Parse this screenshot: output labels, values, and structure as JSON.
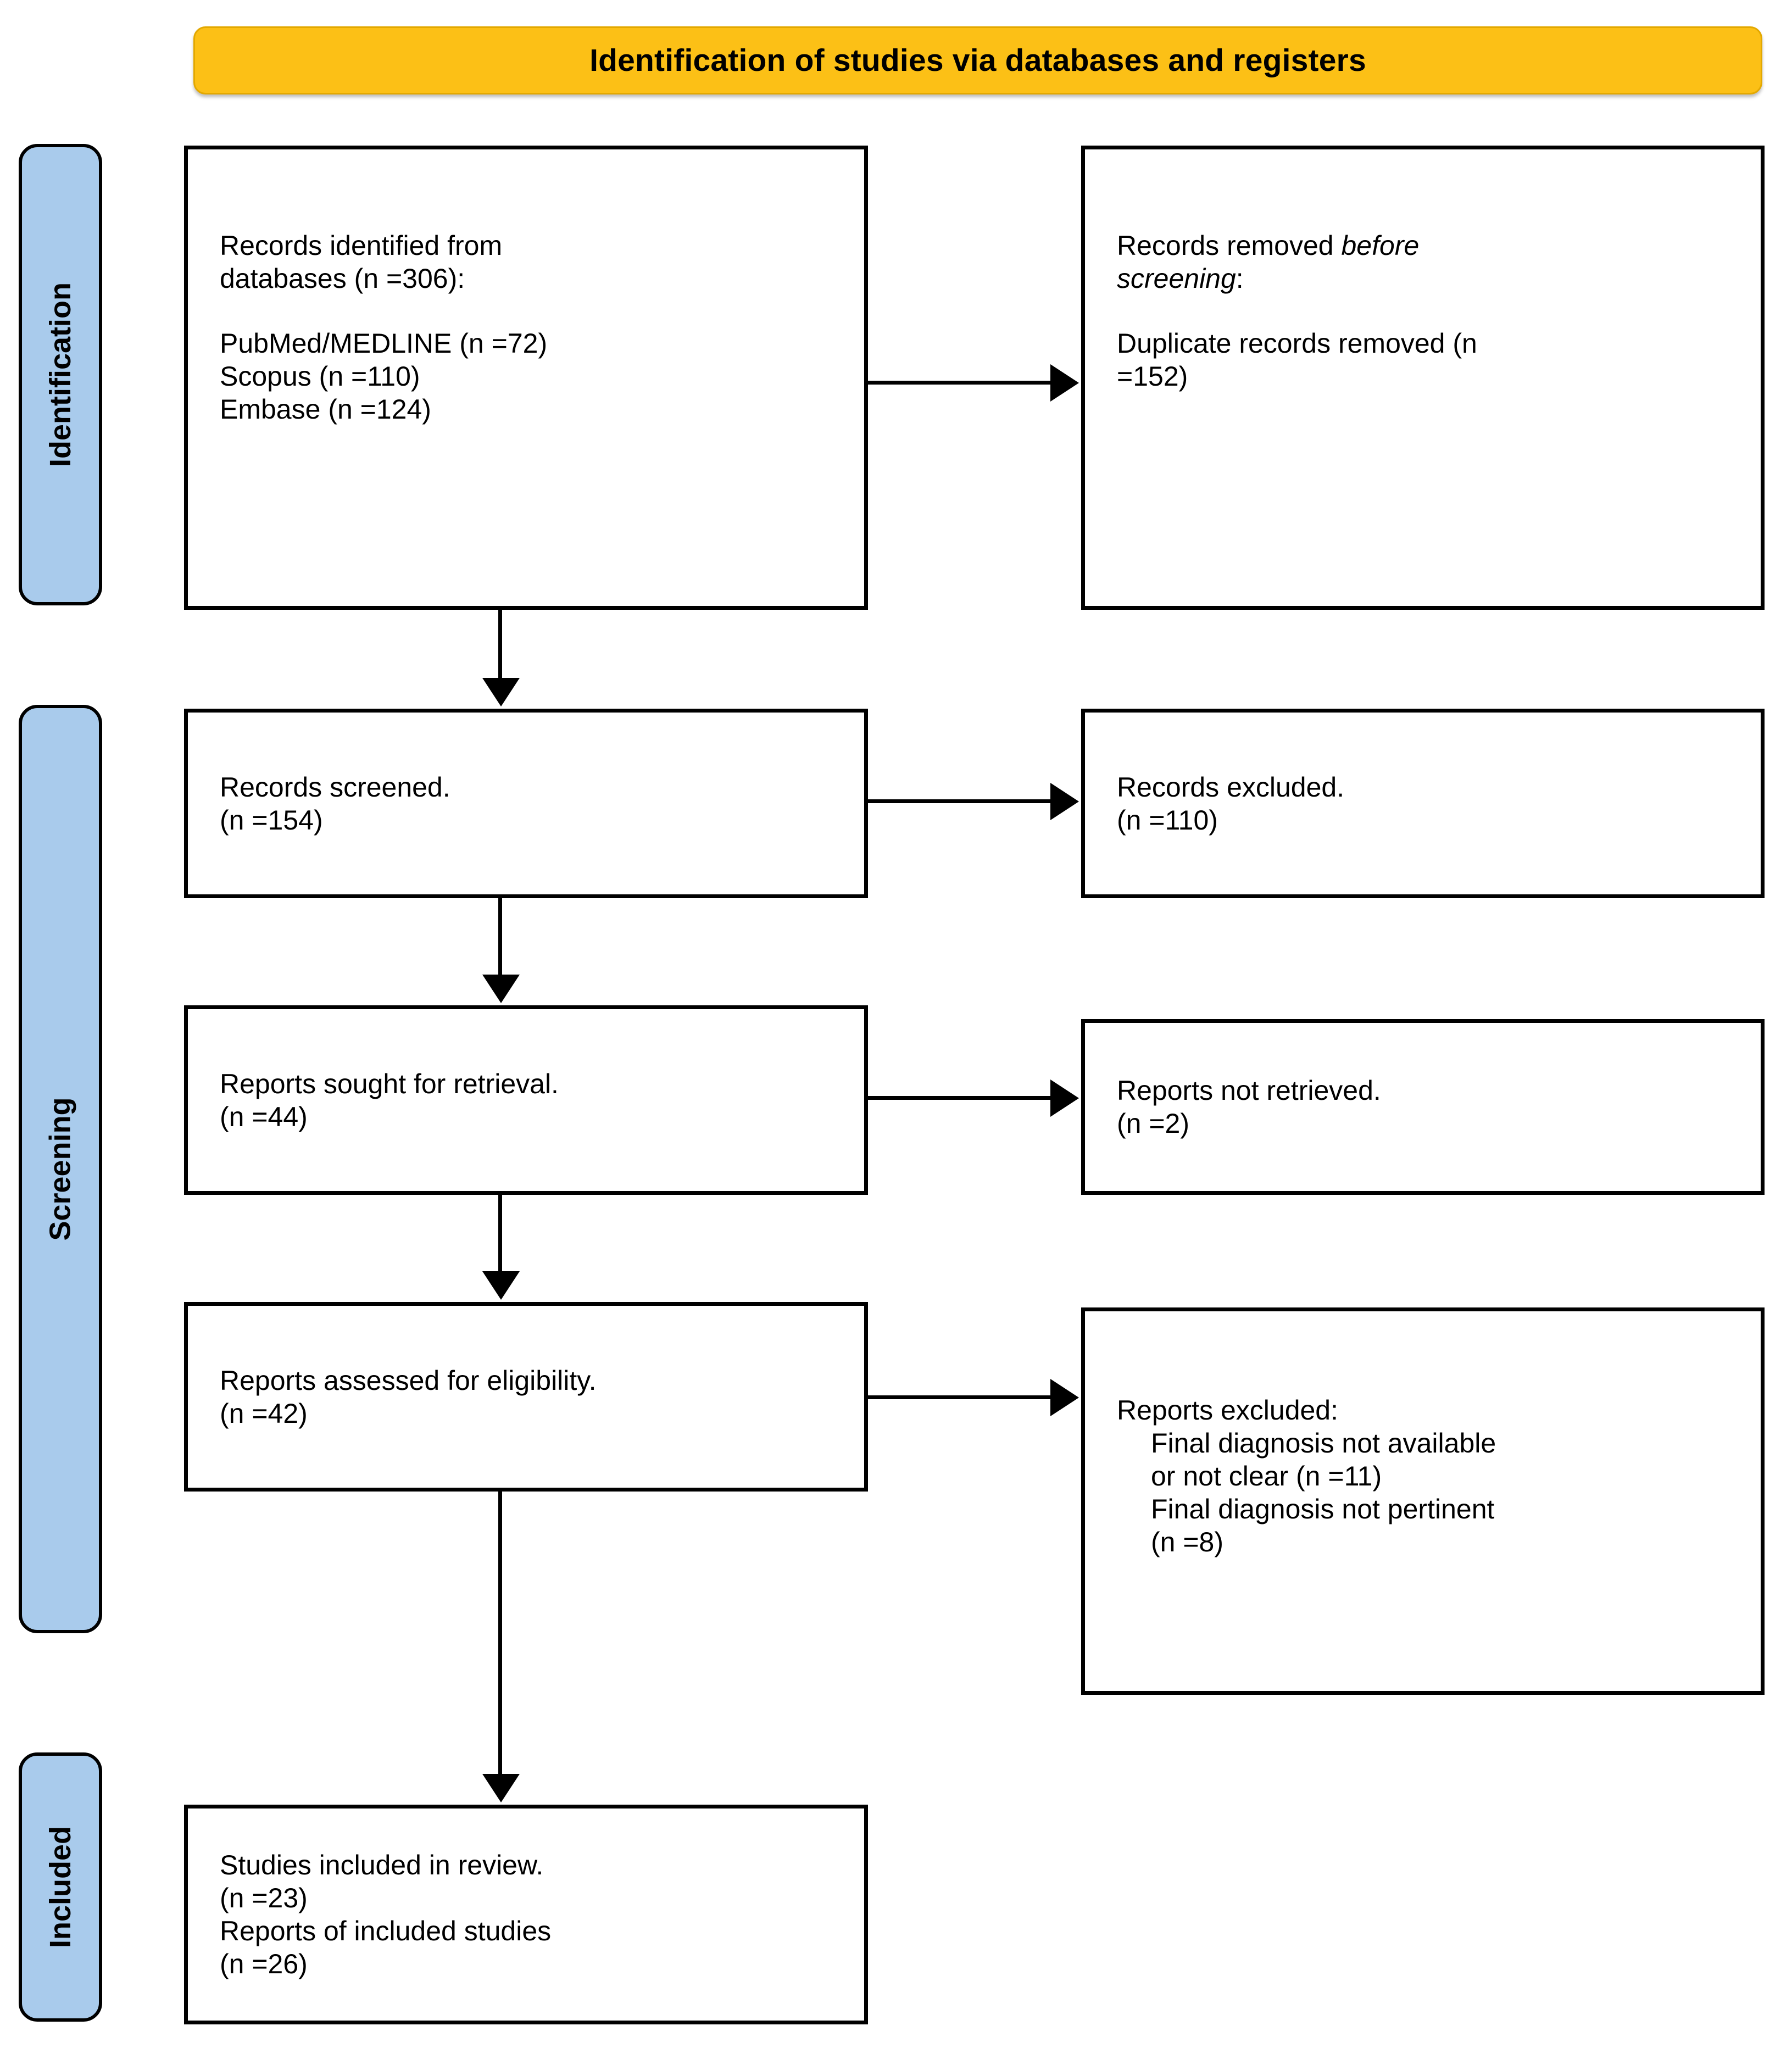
{
  "header": {
    "title": "Identification of studies via databases and registers",
    "background_color": "#FCC016"
  },
  "stages": [
    {
      "id": "identification",
      "label": "Identification",
      "color": "#A9CBEC"
    },
    {
      "id": "screening",
      "label": "Screening",
      "color": "#A9CBEC"
    },
    {
      "id": "included",
      "label": "Included",
      "color": "#A9CBEC"
    }
  ],
  "boxes": {
    "identified": {
      "line1": "Records identified from",
      "line2": "databases (n =306):",
      "line3": "PubMed/MEDLINE (n =72)",
      "line4": "Scopus (n =110)",
      "line5": "Embase (n =124)"
    },
    "removed": {
      "line1_a": "Records removed ",
      "line1_b": "before",
      "line2": "screening",
      "line2_b": ":",
      "line3": "Duplicate records removed (n",
      "line4": "=152)"
    },
    "screened": {
      "line1": "Records screened.",
      "line2": "(n =154)"
    },
    "excluded": {
      "line1": "Records excluded.",
      "line2": "(n =110)"
    },
    "sought": {
      "line1": "Reports sought for retrieval.",
      "line2": "(n =44)"
    },
    "not_retrieved": {
      "line1": "Reports not retrieved.",
      "line2": "(n =2)"
    },
    "assessed": {
      "line1": "Reports assessed for eligibility.",
      "line2": "(n =42)"
    },
    "reports_excluded": {
      "line1": "Reports excluded:",
      "line2": "Final diagnosis not available",
      "line3": "or not clear (n =11)",
      "line4": "Final diagnosis not pertinent",
      "line5": "(n =8)"
    },
    "included": {
      "line1": "Studies included in review.",
      "line2": "(n =23)",
      "line3": "Reports of included studies",
      "line4": "(n =26)"
    }
  },
  "chart_data": {
    "type": "diagram",
    "title": "Identification of studies via databases and registers",
    "flow": [
      {
        "stage": "Identification",
        "node": "Records identified from databases",
        "n": 306,
        "breakdown": [
          {
            "source": "PubMed/MEDLINE",
            "n": 72
          },
          {
            "source": "Scopus",
            "n": 110
          },
          {
            "source": "Embase",
            "n": 124
          }
        ]
      },
      {
        "stage": "Identification",
        "node": "Duplicate records removed",
        "n": 152,
        "type": "exclusion"
      },
      {
        "stage": "Screening",
        "node": "Records screened",
        "n": 154
      },
      {
        "stage": "Screening",
        "node": "Records excluded",
        "n": 110,
        "type": "exclusion"
      },
      {
        "stage": "Screening",
        "node": "Reports sought for retrieval",
        "n": 44
      },
      {
        "stage": "Screening",
        "node": "Reports not retrieved",
        "n": 2,
        "type": "exclusion"
      },
      {
        "stage": "Screening",
        "node": "Reports assessed for eligibility",
        "n": 42
      },
      {
        "stage": "Screening",
        "node": "Reports excluded",
        "type": "exclusion",
        "reasons": [
          {
            "reason": "Final diagnosis not available or not clear",
            "n": 11
          },
          {
            "reason": "Final diagnosis not pertinent",
            "n": 8
          }
        ]
      },
      {
        "stage": "Included",
        "node": "Studies included in review",
        "n": 23
      },
      {
        "stage": "Included",
        "node": "Reports of included studies",
        "n": 26
      }
    ]
  }
}
